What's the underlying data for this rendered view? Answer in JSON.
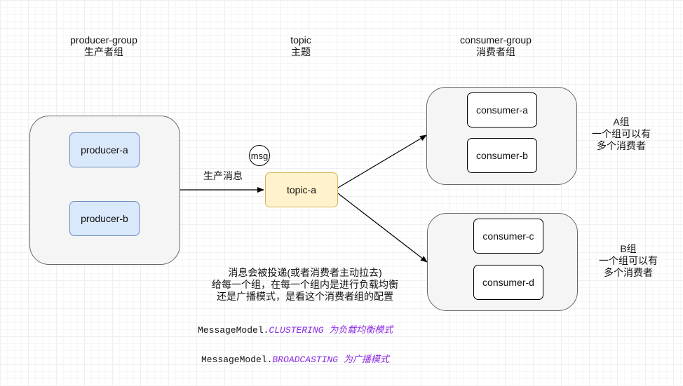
{
  "headers": {
    "producer": {
      "en": "producer-group",
      "cn": "生产者组"
    },
    "topic": {
      "en": "topic",
      "cn": "主题"
    },
    "consumer": {
      "en": "consumer-group",
      "cn": "消费者组"
    }
  },
  "producers": [
    "producer-a",
    "producer-b"
  ],
  "topic_node": "topic-a",
  "msg": "msg",
  "produce_label": "生产消息",
  "group_a": {
    "consumers": [
      "consumer-a",
      "consumer-b"
    ],
    "lines": [
      "A组",
      "一个组可以有",
      "多个消费者"
    ]
  },
  "group_b": {
    "consumers": [
      "consumer-c",
      "consumer-d"
    ],
    "lines": [
      "B组",
      "一个组可以有",
      "多个消费者"
    ]
  },
  "note": [
    "消息会被投递(或者消费者主动拉去)",
    "给每一个组，在每一个组内是进行负载均衡",
    "还是广播模式，是看这个消费者组的配置"
  ],
  "code": {
    "line1": {
      "prefix": "MessageModel.",
      "keyword": "CLUSTERING 为负载均衡模式"
    },
    "line2": {
      "prefix": "MessageModel.",
      "keyword": "BROADCASTING 为广播模式"
    }
  },
  "colors": {
    "producer_fill": "#dae8fc",
    "topic_fill": "#fff2cc",
    "group_fill": "#f5f5f5",
    "keyword": "#8a2be2"
  }
}
